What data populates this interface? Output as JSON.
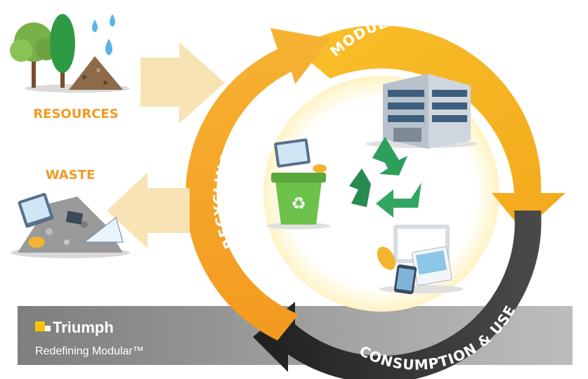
{
  "labels": {
    "resources": "RESOURCES",
    "waste": "WASTE"
  },
  "cycle": {
    "modular_construction": "MODULAR CONSTRUCTION",
    "consumption_use": "CONSUMPTION & USE",
    "recycling": "RECYCLING"
  },
  "brand": {
    "name": "Triumph",
    "tagline": "Redefining Modular™"
  },
  "colors": {
    "orange": "#f5a623",
    "orange_dark": "#f08c1a",
    "yellow": "#f7b924",
    "dark": "#2d2d2d",
    "green": "#2e9e5b",
    "beige": "#f8e3b4",
    "gray_band": "#8a8a8a",
    "label_orange": "#f29a25"
  }
}
